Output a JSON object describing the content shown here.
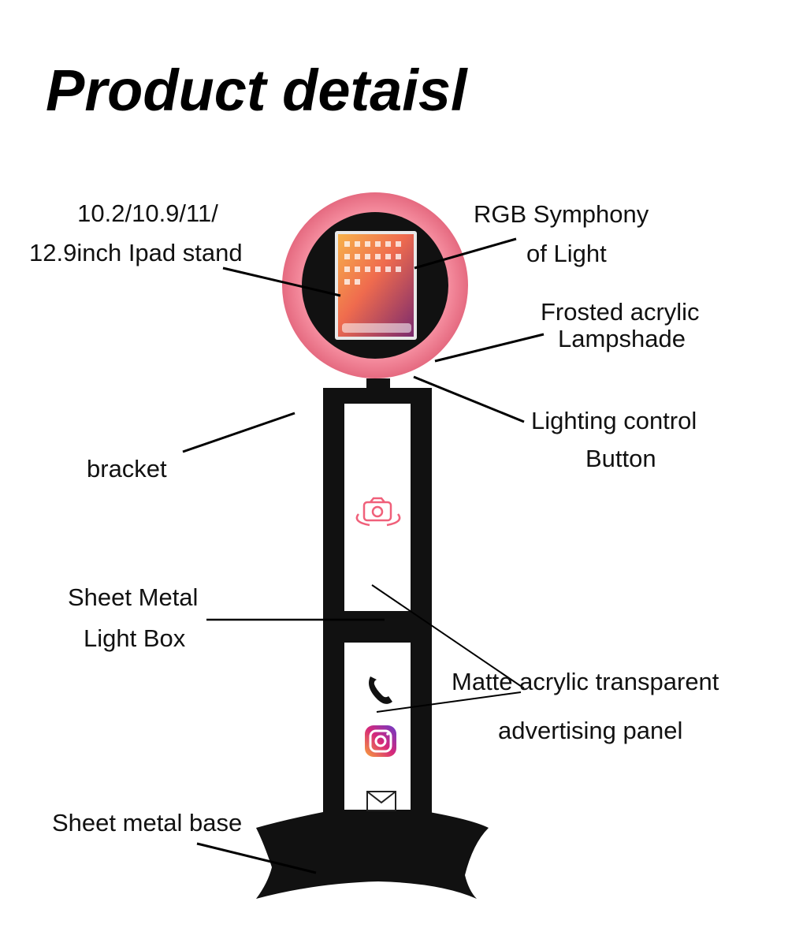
{
  "title": "Product detaisl",
  "labels": {
    "ipad_line1": "10.2/10.9/11/",
    "ipad_line2": "12.9inch Ipad stand",
    "rgb_line1": "RGB Symphony",
    "rgb_line2": "of  Light",
    "frosted_line1": "Frosted acrylic",
    "frosted_line2": "Lampshade",
    "lighting_line1": "Lighting control",
    "lighting_line2": "Button",
    "bracket": "bracket",
    "sheet_metal_line1": "Sheet Metal",
    "sheet_metal_line2": "Light Box",
    "matte_line1": "Matte acrylic transparent",
    "matte_line2": "advertising panel",
    "base": "Sheet metal base"
  },
  "colors": {
    "ring": "#f07a8e",
    "ring_dark": "#e36479",
    "stand": "#111111",
    "panel": "#ffffff",
    "camera_logo": "#f0607a",
    "instagram_a": "#f9a23a",
    "instagram_b": "#d6287a",
    "instagram_c": "#6b3bc9"
  },
  "icons": [
    "camera-logo-icon",
    "phone-icon",
    "instagram-icon",
    "mail-icon"
  ]
}
